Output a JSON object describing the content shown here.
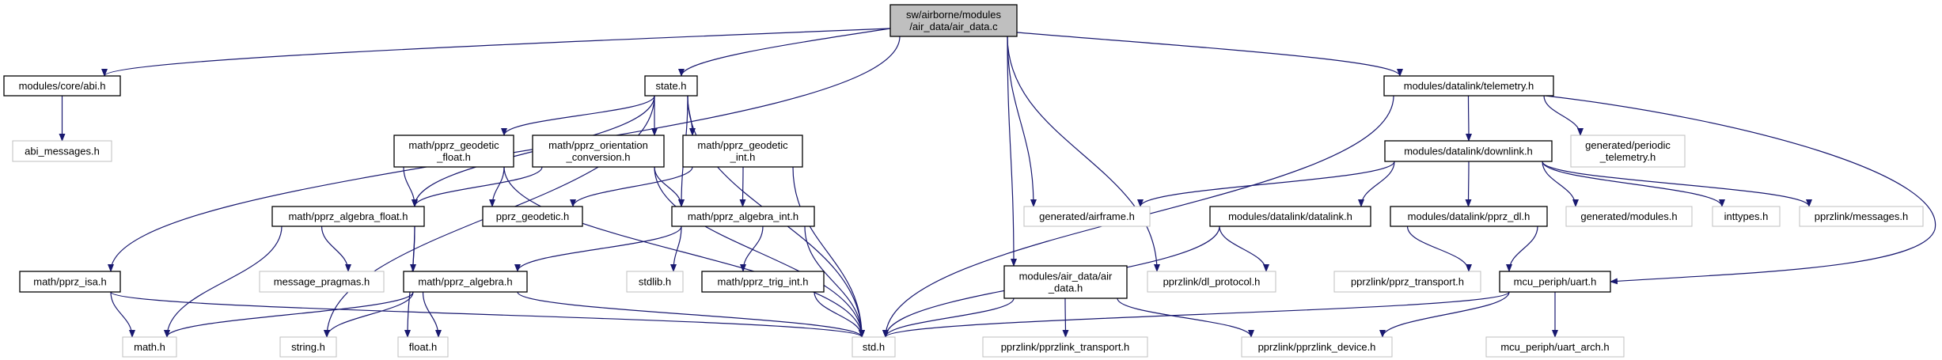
{
  "graph": {
    "kind": "include-dependency-graph",
    "colors": {
      "edge": "#191970",
      "root_fill": "#bfbfbf",
      "documented_border": "#000000",
      "undocumented_border": "#bfbfbf"
    },
    "nodes": [
      {
        "id": "root",
        "lines": [
          "sw/airborne/modules",
          "/air_data/air_data.c"
        ],
        "style": "root"
      },
      {
        "id": "abi",
        "lines": [
          "modules/core/abi.h"
        ],
        "style": "documented"
      },
      {
        "id": "abi_messages",
        "lines": [
          "abi_messages.h"
        ],
        "style": "external"
      },
      {
        "id": "state",
        "lines": [
          "state.h"
        ],
        "style": "documented"
      },
      {
        "id": "geodetic_float",
        "lines": [
          "math/pprz_geodetic",
          "_float.h"
        ],
        "style": "documented"
      },
      {
        "id": "orientation",
        "lines": [
          "math/pprz_orientation",
          "_conversion.h"
        ],
        "style": "documented"
      },
      {
        "id": "geodetic_int",
        "lines": [
          "math/pprz_geodetic",
          "_int.h"
        ],
        "style": "documented"
      },
      {
        "id": "algebra_float",
        "lines": [
          "math/pprz_algebra_float.h"
        ],
        "style": "documented"
      },
      {
        "id": "pprz_geodetic",
        "lines": [
          "pprz_geodetic.h"
        ],
        "style": "documented"
      },
      {
        "id": "algebra_int",
        "lines": [
          "math/pprz_algebra_int.h"
        ],
        "style": "documented"
      },
      {
        "id": "pprz_isa",
        "lines": [
          "math/pprz_isa.h"
        ],
        "style": "documented"
      },
      {
        "id": "message_pragmas",
        "lines": [
          "message_pragmas.h"
        ],
        "style": "external"
      },
      {
        "id": "pprz_algebra",
        "lines": [
          "math/pprz_algebra.h"
        ],
        "style": "documented"
      },
      {
        "id": "stdlib",
        "lines": [
          "stdlib.h"
        ],
        "style": "external"
      },
      {
        "id": "trig_int",
        "lines": [
          "math/pprz_trig_int.h"
        ],
        "style": "documented"
      },
      {
        "id": "math",
        "lines": [
          "math.h"
        ],
        "style": "external"
      },
      {
        "id": "string",
        "lines": [
          "string.h"
        ],
        "style": "external"
      },
      {
        "id": "float",
        "lines": [
          "float.h"
        ],
        "style": "external"
      },
      {
        "id": "std",
        "lines": [
          "std.h"
        ],
        "style": "external"
      },
      {
        "id": "airframe",
        "lines": [
          "generated/airframe.h"
        ],
        "style": "external"
      },
      {
        "id": "air_data_h",
        "lines": [
          "modules/air_data/air",
          "_data.h"
        ],
        "style": "documented"
      },
      {
        "id": "dl_protocol",
        "lines": [
          "pprzlink/dl_protocol.h"
        ],
        "style": "external"
      },
      {
        "id": "pprzlink_transport",
        "lines": [
          "pprzlink/pprzlink_transport.h"
        ],
        "style": "external"
      },
      {
        "id": "pprzlink_device",
        "lines": [
          "pprzlink/pprzlink_device.h"
        ],
        "style": "external"
      },
      {
        "id": "telemetry",
        "lines": [
          "modules/datalink/telemetry.h"
        ],
        "style": "documented"
      },
      {
        "id": "downlink",
        "lines": [
          "modules/datalink/downlink.h"
        ],
        "style": "documented"
      },
      {
        "id": "periodic_telemetry",
        "lines": [
          "generated/periodic",
          "_telemetry.h"
        ],
        "style": "external"
      },
      {
        "id": "datalink",
        "lines": [
          "modules/datalink/datalink.h"
        ],
        "style": "documented"
      },
      {
        "id": "pprz_dl",
        "lines": [
          "modules/datalink/pprz_dl.h"
        ],
        "style": "documented"
      },
      {
        "id": "gen_modules",
        "lines": [
          "generated/modules.h"
        ],
        "style": "external"
      },
      {
        "id": "inttypes",
        "lines": [
          "inttypes.h"
        ],
        "style": "external"
      },
      {
        "id": "messages",
        "lines": [
          "pprzlink/messages.h"
        ],
        "style": "external"
      },
      {
        "id": "pprz_transport",
        "lines": [
          "pprzlink/pprz_transport.h"
        ],
        "style": "external"
      },
      {
        "id": "uart",
        "lines": [
          "mcu_periph/uart.h"
        ],
        "style": "documented"
      },
      {
        "id": "uart_arch",
        "lines": [
          "mcu_periph/uart_arch.h"
        ],
        "style": "external"
      }
    ],
    "edges": [
      [
        "root",
        "abi"
      ],
      [
        "root",
        "pprz_isa"
      ],
      [
        "root",
        "state"
      ],
      [
        "root",
        "airframe"
      ],
      [
        "root",
        "air_data_h"
      ],
      [
        "root",
        "dl_protocol"
      ],
      [
        "root",
        "telemetry"
      ],
      [
        "abi",
        "abi_messages"
      ],
      [
        "state",
        "geodetic_float"
      ],
      [
        "state",
        "orientation"
      ],
      [
        "state",
        "geodetic_int"
      ],
      [
        "state",
        "algebra_float"
      ],
      [
        "state",
        "algebra_int"
      ],
      [
        "state",
        "std"
      ],
      [
        "state",
        "string"
      ],
      [
        "geodetic_float",
        "algebra_float"
      ],
      [
        "geodetic_float",
        "pprz_geodetic"
      ],
      [
        "geodetic_float",
        "std"
      ],
      [
        "orientation",
        "algebra_float"
      ],
      [
        "orientation",
        "algebra_int"
      ],
      [
        "orientation",
        "std"
      ],
      [
        "geodetic_int",
        "pprz_geodetic"
      ],
      [
        "geodetic_int",
        "algebra_int"
      ],
      [
        "geodetic_int",
        "std"
      ],
      [
        "algebra_float",
        "math"
      ],
      [
        "algebra_float",
        "float"
      ],
      [
        "algebra_float",
        "message_pragmas"
      ],
      [
        "algebra_float",
        "pprz_algebra"
      ],
      [
        "algebra_int",
        "pprz_algebra"
      ],
      [
        "algebra_int",
        "stdlib"
      ],
      [
        "algebra_int",
        "trig_int"
      ],
      [
        "algebra_int",
        "std"
      ],
      [
        "pprz_algebra",
        "math"
      ],
      [
        "pprz_algebra",
        "string"
      ],
      [
        "pprz_algebra",
        "float"
      ],
      [
        "pprz_algebra",
        "std"
      ],
      [
        "pprz_isa",
        "math"
      ],
      [
        "pprz_isa",
        "std"
      ],
      [
        "trig_int",
        "std"
      ],
      [
        "air_data_h",
        "std"
      ],
      [
        "air_data_h",
        "pprzlink_transport"
      ],
      [
        "air_data_h",
        "pprzlink_device"
      ],
      [
        "telemetry",
        "std"
      ],
      [
        "telemetry",
        "downlink"
      ],
      [
        "telemetry",
        "periodic_telemetry"
      ],
      [
        "telemetry",
        "uart"
      ],
      [
        "downlink",
        "airframe"
      ],
      [
        "downlink",
        "datalink"
      ],
      [
        "downlink",
        "pprz_dl"
      ],
      [
        "downlink",
        "gen_modules"
      ],
      [
        "downlink",
        "inttypes"
      ],
      [
        "downlink",
        "messages"
      ],
      [
        "datalink",
        "dl_protocol"
      ],
      [
        "datalink",
        "std"
      ],
      [
        "pprz_dl",
        "pprz_transport"
      ],
      [
        "pprz_dl",
        "uart"
      ],
      [
        "uart",
        "std"
      ],
      [
        "uart",
        "pprzlink_device"
      ],
      [
        "uart",
        "uart_arch"
      ]
    ]
  }
}
